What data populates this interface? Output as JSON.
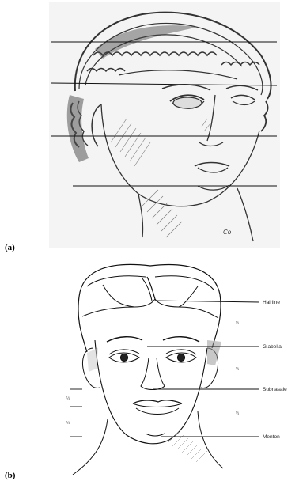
{
  "panels": {
    "a": {
      "label": "(a)",
      "signature": "Co"
    },
    "b": {
      "label": "(b)"
    }
  },
  "landmarks": [
    "Hairline",
    "Glabella",
    "Subnasale",
    "Menton"
  ],
  "right_fractions": [
    "⅓",
    "⅓",
    "⅓"
  ],
  "left_fractions": [
    "⅓",
    "⅓"
  ]
}
